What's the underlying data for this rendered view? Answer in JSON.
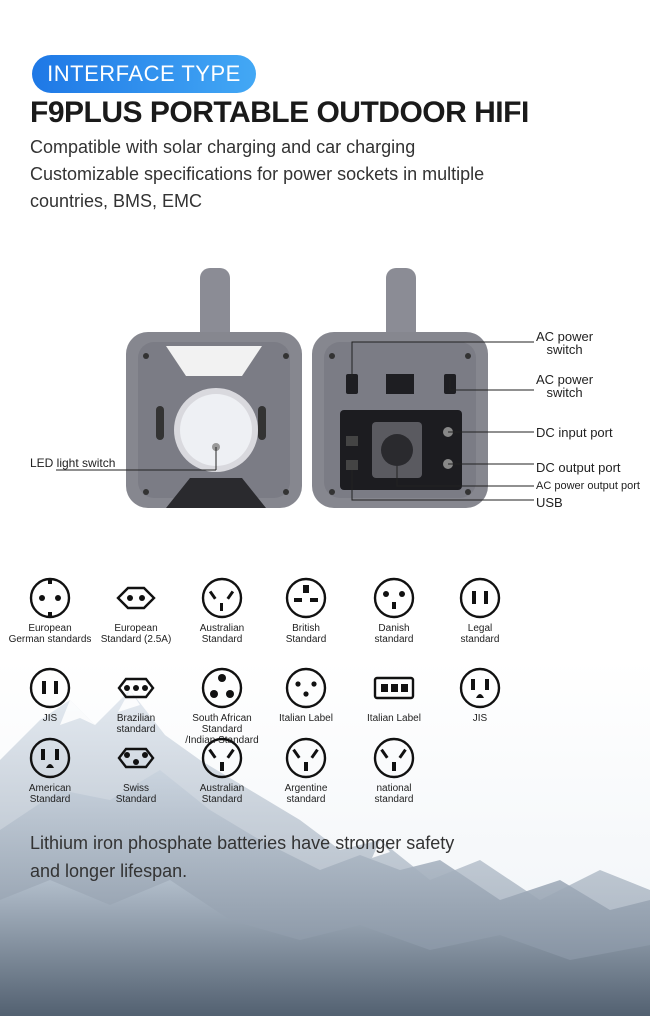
{
  "header": {
    "badge": "INTERFACE TYPE",
    "title": "F9PLUS PORTABLE OUTDOOR HIFI",
    "lines": [
      "Compatible with solar charging and car charging",
      "Customizable specifications for power sockets in multiple",
      "countries, BMS, EMC"
    ]
  },
  "product": {
    "left_label": "LED light switch",
    "right_labels": [
      {
        "line1": "AC power",
        "line2": "switch"
      },
      {
        "line1": "AC power",
        "line2": "switch"
      },
      {
        "line1": "DC input port",
        "line2": ""
      },
      {
        "line1": "DC output port",
        "line2": ""
      },
      {
        "line1": "AC power output port",
        "line2": ""
      },
      {
        "line1": "USB",
        "line2": ""
      }
    ]
  },
  "plugs": [
    {
      "l1": "European",
      "l2": "German standards",
      "icon": "round-two-pin-icon"
    },
    {
      "l1": "European",
      "l2": "Standard (2.5A)",
      "icon": "europlug-icon"
    },
    {
      "l1": "Australian",
      "l2": "Standard",
      "icon": "angled-pin-icon"
    },
    {
      "l1": "British",
      "l2": "Standard",
      "icon": "three-rect-pin-icon"
    },
    {
      "l1": "Danish",
      "l2": "standard",
      "icon": "danish-icon"
    },
    {
      "l1": "Legal",
      "l2": "standard",
      "icon": "two-flat-pin-icon"
    },
    {
      "l1": "JIS",
      "l2": "",
      "icon": "two-flat-pin-icon"
    },
    {
      "l1": "Brazilian",
      "l2": "standard",
      "icon": "three-inline-round-icon"
    },
    {
      "l1": "South African Standard",
      "l2": "/Indian Standard",
      "icon": "triangle-round-pin-icon"
    },
    {
      "l1": "Italian Label",
      "l2": "",
      "icon": "triangle-small-pin-icon"
    },
    {
      "l1": "Italian Label",
      "l2": "",
      "icon": "three-inline-square-icon"
    },
    {
      "l1": "JIS",
      "l2": "",
      "icon": "two-pin-ground-icon"
    },
    {
      "l1": "American",
      "l2": "Standard",
      "icon": "two-pin-ground-icon"
    },
    {
      "l1": "Swiss",
      "l2": "Standard",
      "icon": "swiss-icon"
    },
    {
      "l1": "Australian",
      "l2": "Standard",
      "icon": "angled-ground-pin-icon"
    },
    {
      "l1": "Argentine",
      "l2": "standard",
      "icon": "angled-ground-pin-icon"
    },
    {
      "l1": "national",
      "l2": "standard",
      "icon": "angled-ground-pin-icon"
    }
  ],
  "footer": {
    "lines": [
      "Lithium iron phosphate batteries have stronger safety",
      "and longer lifespan."
    ]
  }
}
